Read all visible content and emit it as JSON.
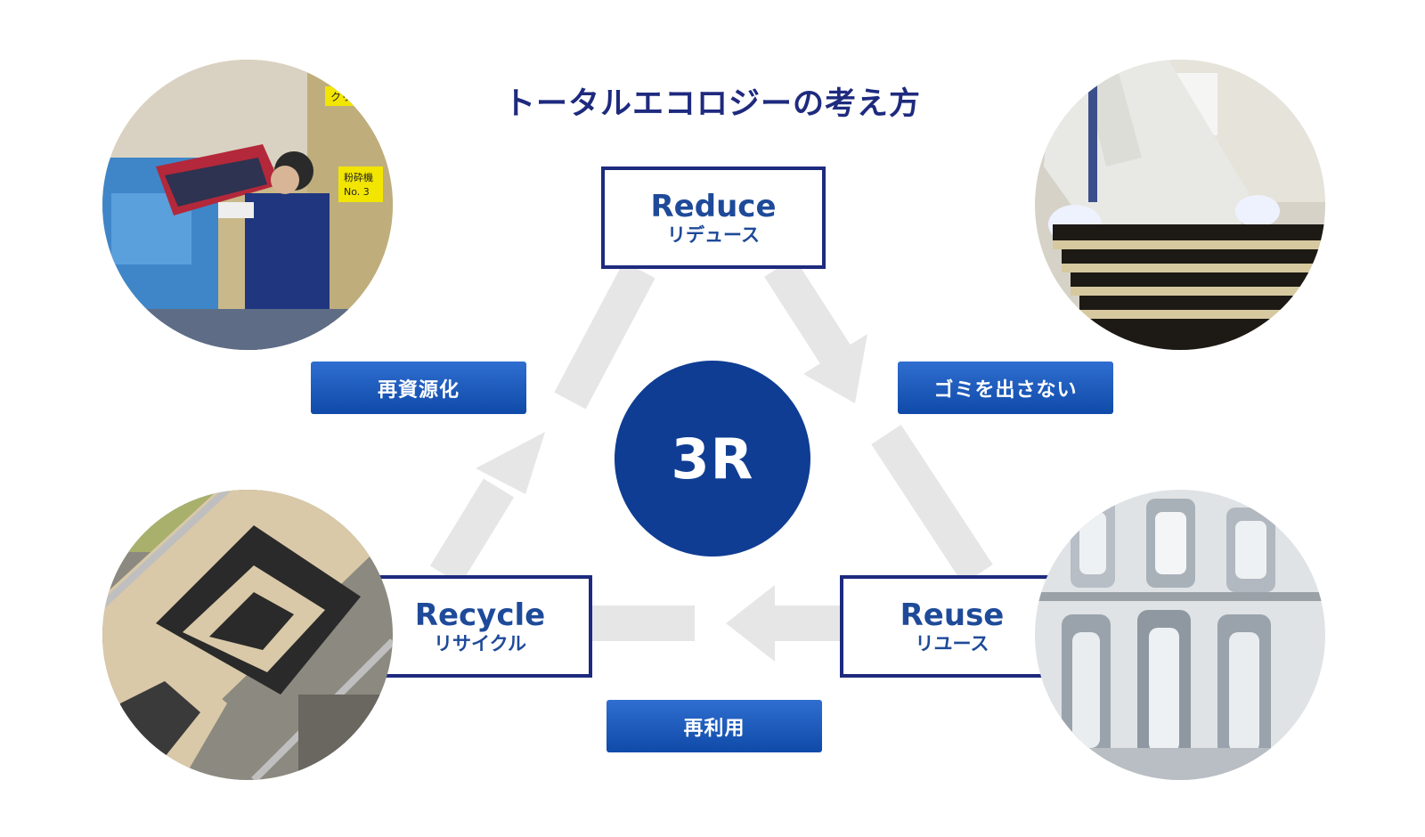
{
  "title": "トータルエコロジーの考え方",
  "center_label": "3R",
  "nodes": {
    "reduce": {
      "en": "Reduce",
      "jp": "リデュース"
    },
    "reuse": {
      "en": "Reuse",
      "jp": "リユース"
    },
    "recycle": {
      "en": "Recycle",
      "jp": "リサイクル"
    }
  },
  "tags": {
    "reduce": "ゴミを出さない",
    "reuse": "再利用",
    "recycle": "再資源化"
  },
  "colors": {
    "navy": "#1e2a7e",
    "circle_blue": "#0f3d93",
    "tag_blue": "#1a5bbf",
    "arrow_gray": "#e6e6e6"
  },
  "photos": {
    "top_left": "factory-worker-loading-hopper-photo",
    "top_right": "worker-stacking-trays-photo",
    "bottom_left": "recycling-conveyor-photo",
    "bottom_right": "reused-headlamp-parts-photo"
  },
  "photo_signs": {
    "top_left_label_1": "クリア",
    "top_left_label_2": "粉砕機",
    "top_left_label_3": "No. 3"
  }
}
